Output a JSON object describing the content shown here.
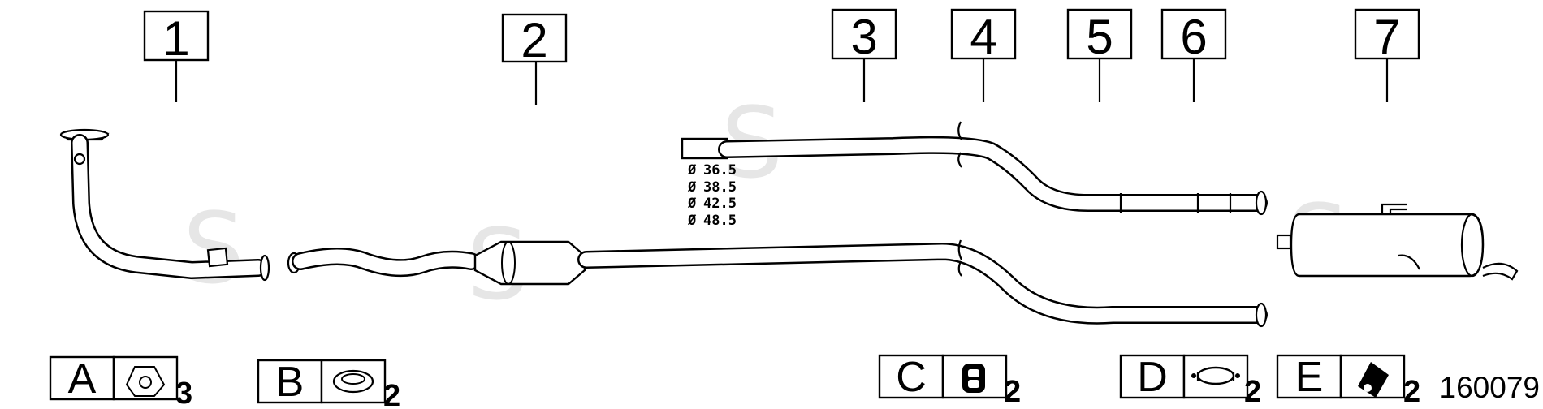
{
  "callouts": [
    "1",
    "2",
    "3",
    "4",
    "5",
    "6",
    "7"
  ],
  "diameters": [
    "36.5",
    "38.5",
    "42.5",
    "48.5"
  ],
  "diameter_symbol": "Ø",
  "kits": [
    {
      "letter": "A",
      "qty": "3",
      "icon": "three-bolt-flange-gasket-icon"
    },
    {
      "letter": "B",
      "qty": "2",
      "icon": "ring-gasket-icon"
    },
    {
      "letter": "C",
      "qty": "2",
      "icon": "rubber-hanger-icon"
    },
    {
      "letter": "D",
      "qty": "2",
      "icon": "pipe-clamp-icon"
    },
    {
      "letter": "E",
      "qty": "2",
      "icon": "mounting-bracket-icon"
    }
  ],
  "diagram_code": "160079",
  "colors": {
    "line": "#000000",
    "watermark": "#e6e6e6",
    "background": "#ffffff"
  }
}
